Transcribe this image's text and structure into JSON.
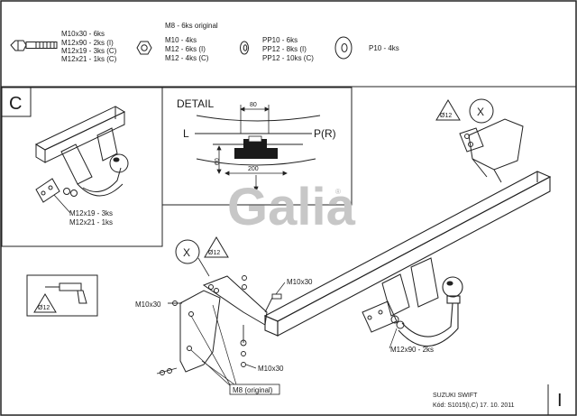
{
  "hardware": {
    "bolts": [
      "M10x30 - 6ks",
      "M12x90 - 2ks (I)",
      "M12x19 - 3ks (C)",
      "M12x21 - 1ks (C)"
    ],
    "nuts_title": "M8 - 6ks original",
    "nuts": [
      "M10 - 4ks",
      "M12 - 6ks (I)",
      "M12 - 4ks (C)"
    ],
    "spacers": [
      "PP10 - 6ks",
      "PP12 - 8ks (I)",
      "PP12 - 10ks (C)"
    ],
    "washers": [
      "P10 - 4ks"
    ]
  },
  "panel_c": {
    "letter": "C",
    "bolts": [
      "M12x19 - 3ks",
      "M12x21 - 1ks"
    ]
  },
  "detail": {
    "title": "DETAIL",
    "dim_top": "80",
    "dim_bottom": "200",
    "dim_side": "60",
    "left_label": "L",
    "right_label": "P(R)"
  },
  "watermark": "Galia",
  "watermark_mark": "®",
  "callouts": {
    "x_mark": "X",
    "drill_size": "Ø12",
    "left_bolts": "M10x30",
    "top_bolts": "M10x30",
    "bottom_bolts": "M10x30",
    "ball_bolts": "M12x90 - 2ks",
    "original_nuts": "M8 (original)"
  },
  "title_block": {
    "vehicle": "SUZUKI SWIFT",
    "code_date": "Kód: S1015(I,C)  17. 10. 2011",
    "panel_letter": "I"
  }
}
